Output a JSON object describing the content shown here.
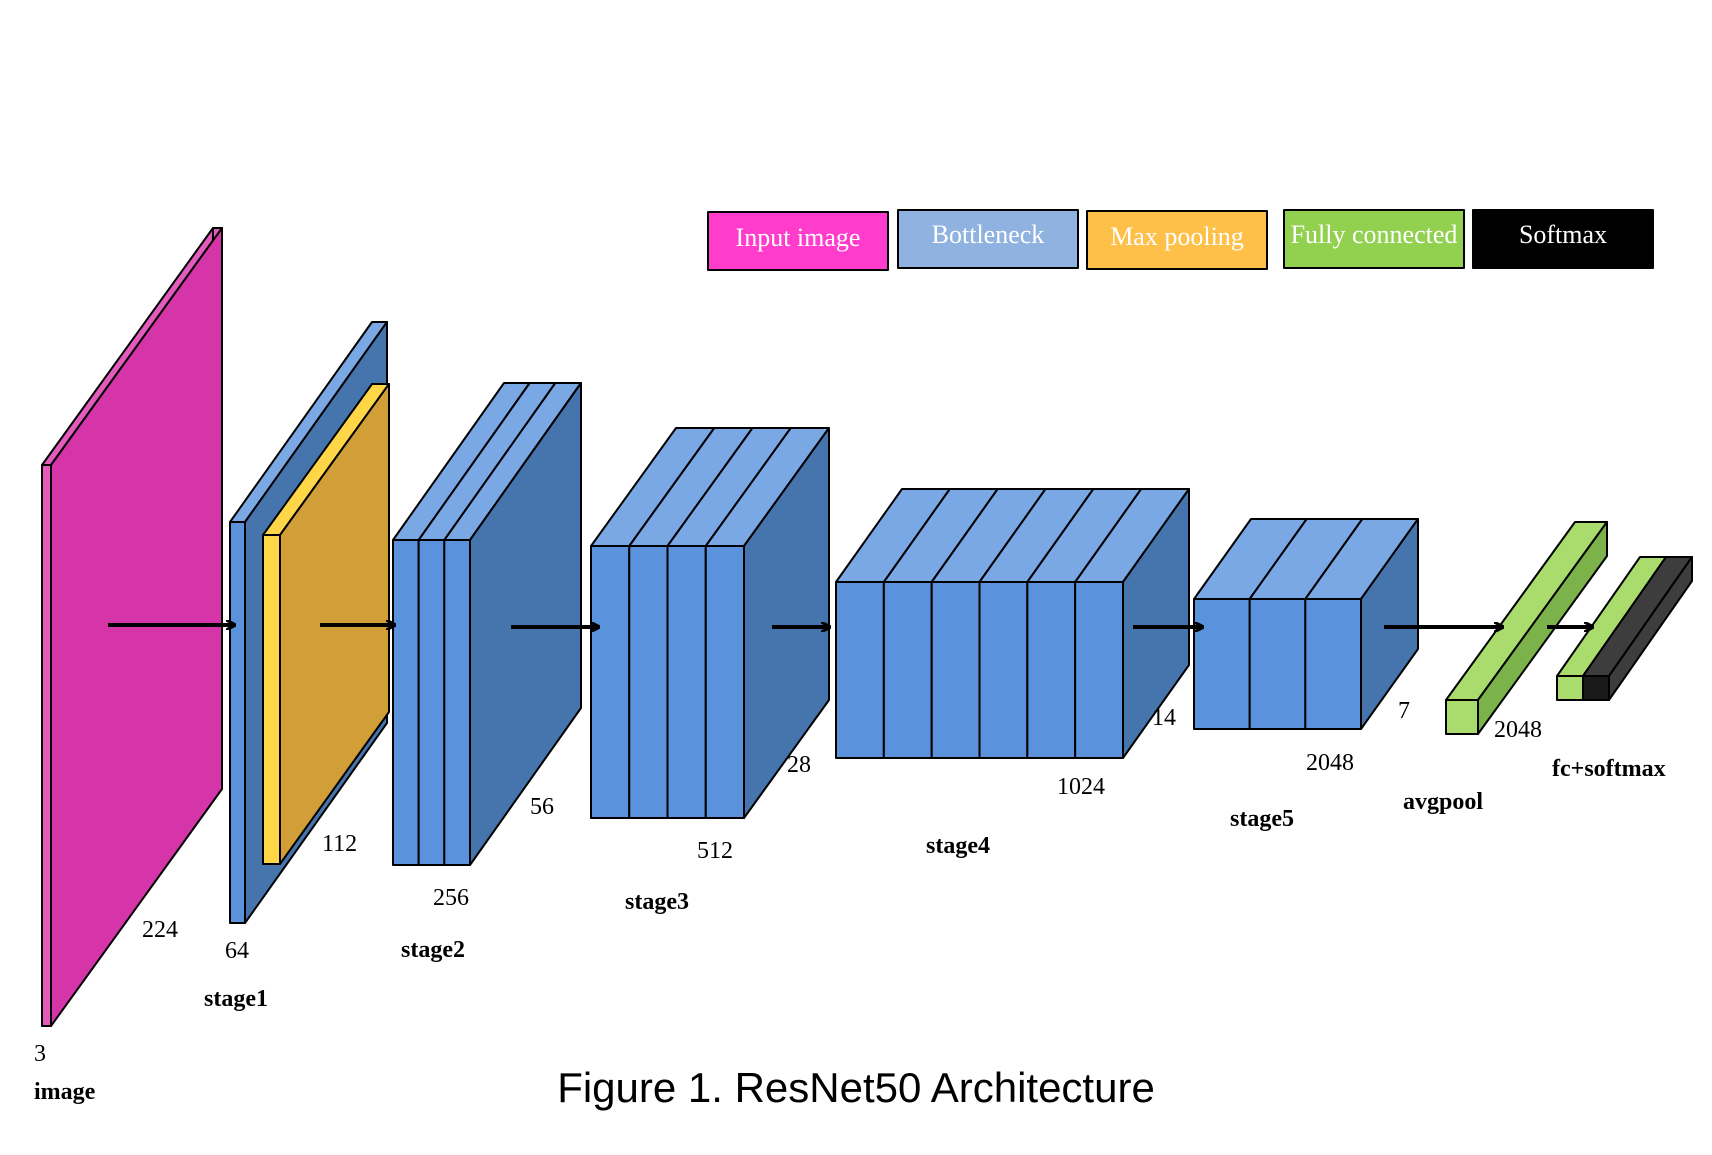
{
  "legend": [
    {
      "label": "Input image",
      "color": "#ff3ccc",
      "text_color": "#ffffff"
    },
    {
      "label": "Bottleneck",
      "color": "#8fb2e0",
      "text_color": "#ffffff"
    },
    {
      "label": "Max pooling",
      "color": "#ffc04a",
      "text_color": "#ffffff"
    },
    {
      "label": "Fully connected",
      "color": "#92d050",
      "text_color": "#ffffff"
    },
    {
      "label": "Softmax",
      "color": "#000000",
      "text_color": "#ffffff"
    }
  ],
  "colors": {
    "input_front": "#d535a8",
    "input_side": "#e25bbd",
    "bottleneck_front": "#5a93dc",
    "bottleneck_top": "#7aa8e4",
    "bottleneck_side": "#4674ad",
    "maxpool_front": "#d29e38",
    "maxpool_side": "#ffd648",
    "fc_front": "#a9dc6c",
    "fc_side": "#7cb24a",
    "softmax_front": "#1a1a1a",
    "softmax_side": "#3d3d3d"
  },
  "blocks": {
    "image": {
      "label": "image",
      "channels": "3",
      "size": "224"
    },
    "stage1": {
      "label": "stage1",
      "channels": "64",
      "size": "112"
    },
    "stage2": {
      "label": "stage2",
      "channels": "256",
      "size": "56"
    },
    "stage3": {
      "label": "stage3",
      "channels": "512",
      "size": "28"
    },
    "stage4": {
      "label": "stage4",
      "channels": "1024",
      "size": "14"
    },
    "stage5": {
      "label": "stage5",
      "channels": "2048",
      "size": "7"
    },
    "avgpool": {
      "label": "avgpool",
      "channels": "2048"
    },
    "fc_softmax": {
      "label": "fc+softmax"
    }
  },
  "caption": "Figure 1. ResNet50 Architecture"
}
